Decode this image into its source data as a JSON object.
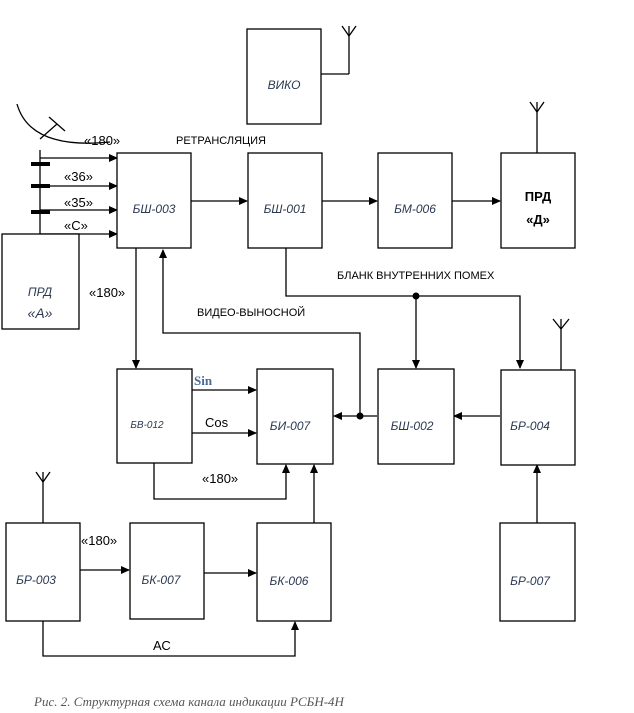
{
  "blocks": {
    "viko": "ВИКО",
    "bsh003": "БШ-003",
    "bsh001": "БШ-001",
    "bm006": "БМ-006",
    "prd_d_top": "ПРД",
    "prd_d_bottom": "«Д»",
    "prd_a_top": "ПРД",
    "prd_a_bottom": "«А»",
    "bv012": "БВ-012",
    "bi007": "БИ-007",
    "bsh002": "БШ-002",
    "br004": "БР-004",
    "br003": "БР-003",
    "bk007": "БК-007",
    "bk006": "БК-006",
    "br007": "БР-007"
  },
  "labels": {
    "k180_top": "«180»",
    "k36": "«36»",
    "k35": "«35»",
    "kc": "«С»",
    "retranslation": "РЕТРАНСЛЯЦИЯ",
    "blank_pomeh": "БЛАНК ВНУТРЕННИХ ПОМЕХ",
    "video_vynosnoy": "ВИДЕО-ВЫНОСНОЙ",
    "k180_left": "«180»",
    "sin": "Sin",
    "cos": "Cos",
    "k180_bottom_mid": "«180»",
    "k180_br003": "«180»",
    "ac": "АС"
  },
  "caption": "Рис. 2. Структурная схема канала индикации РСБН-4Н"
}
